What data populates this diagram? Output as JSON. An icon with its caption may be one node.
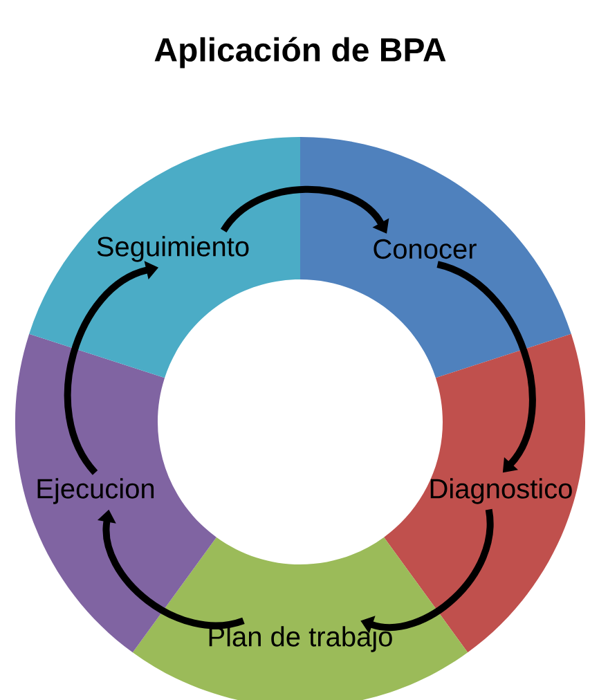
{
  "diagram": {
    "title": "Aplicación de BPA",
    "nodes": [
      {
        "text": [
          "Conocer"
        ]
      },
      {
        "text": [
          "Diagnostico"
        ]
      },
      {
        "text": [
          "Plan de trabajo"
        ]
      },
      {
        "text": [
          "Ejecucion"
        ]
      },
      {
        "text": [
          "Seguimiento"
        ]
      }
    ],
    "edges": [
      {
        "from": 4,
        "to": 0,
        "arrow": "to"
      },
      {
        "from": 0,
        "to": 1,
        "arrow": "to"
      },
      {
        "from": 1,
        "to": 2,
        "arrow": "to"
      },
      {
        "from": 2,
        "to": 3,
        "arrow": "to"
      },
      {
        "from": 3,
        "to": 4,
        "arrow": "to"
      }
    ]
  }
}
